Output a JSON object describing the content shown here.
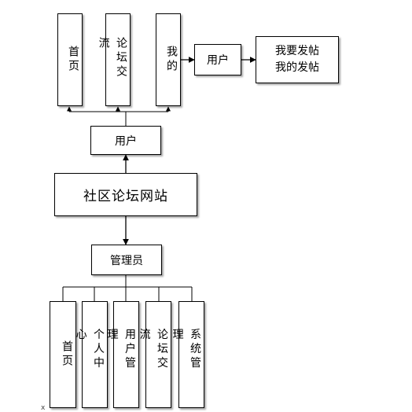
{
  "top_nav": [
    "首页",
    "论坛交流",
    "我的"
  ],
  "user_mid": "用户",
  "my_posts": [
    "我要发帖",
    "我的发帖"
  ],
  "user_top": "用户",
  "site": "社区论坛网站",
  "admin": "管理员",
  "admin_nav": [
    "首页",
    "个人中心",
    "用户管理",
    "论坛交流",
    "系统管理"
  ],
  "corner_mark": "x"
}
